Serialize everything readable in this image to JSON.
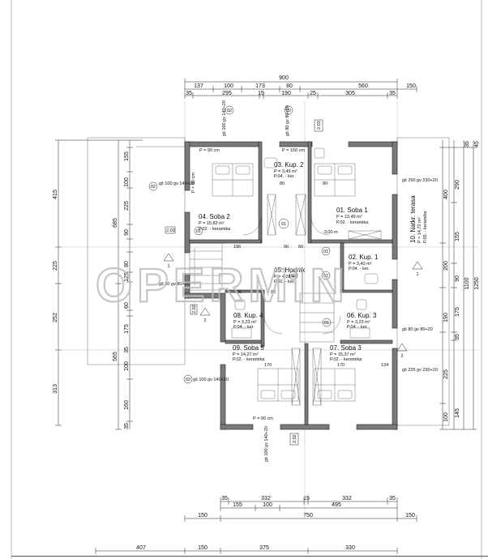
{
  "dimensions": {
    "top_total": "900",
    "top_row1": [
      "137",
      "100",
      "173",
      "80",
      "560",
      "150"
    ],
    "top_row2": [
      "35",
      "295",
      "15",
      "190",
      "25",
      "305",
      "35"
    ],
    "bottom_row1": [
      "35",
      "332",
      "15",
      "332",
      "35"
    ],
    "bottom_row2": [
      "155",
      "100",
      "495"
    ],
    "bottom_row3": [
      "150",
      "750",
      "150"
    ],
    "bottom_row4": [
      "407",
      "150",
      "375",
      "330"
    ],
    "left_outer": [
      "415",
      "225",
      "252",
      "313"
    ],
    "left_mid": [
      "685",
      "565"
    ],
    "left_inner": [
      "155",
      "100",
      "225",
      "90",
      "80",
      "125",
      "60",
      "175",
      "35",
      "100",
      "160",
      "35"
    ],
    "right_inner": [
      "400",
      "200",
      "190",
      "225",
      "100"
    ],
    "right_mid": [
      "290",
      "155",
      "90",
      "175",
      "35",
      "145"
    ],
    "right_outer": [
      "35",
      "45",
      "1100",
      "1250"
    ]
  },
  "rooms": [
    {
      "name": "03. Kup. 2",
      "area": "P = 3,49 m²",
      "floor": "P.04. - ker."
    },
    {
      "name": "04. Soba 2",
      "area": "P = 15,83 m²",
      "floor": "P.02. - keramika"
    },
    {
      "name": "01. Soba 1",
      "area": "P = 13,49 m²",
      "floor": "P.02. - keramika"
    },
    {
      "name": "10. Natkr. terasa",
      "area": "P = 14,72 m²",
      "floor": "P.05. - keramika"
    },
    {
      "name": "05. Hodnik",
      "area": "P = 4,08 m²",
      "floor": "P.02. - ker."
    },
    {
      "name": "02. Kup. 1",
      "area": "P = 3,40 m²",
      "floor": "P.04. - ker."
    },
    {
      "name": "08. Kup. 4",
      "area": "P = 3,23 m²",
      "floor": "P.04. - ker."
    },
    {
      "name": "06. Kup. 3",
      "area": "P = 3,23 m²",
      "floor": "P.04. - ker."
    },
    {
      "name": "09. Soba 5",
      "area": "P = 14,27 m²",
      "floor": "P.02. - keramika"
    },
    {
      "name": "07. Soba 3",
      "area": "P = 15,37 m²",
      "floor": "P.02. - keramika"
    }
  ],
  "openings": [
    "gš 100 gv 140+20",
    "gš 80 gv 80+20",
    "gš 100 gv 140+20",
    "gš 80 gv 80+20",
    "gš 100 gv 140+20",
    "gš 290 gv 230+20",
    "gš 80 gv 80+20",
    "gš 225 gv 230+20"
  ],
  "door_labels": [
    "P = 90 cm",
    "P = 150 cm",
    "P = 90 cm",
    "P = 90 cm"
  ],
  "inner_dims": [
    "196",
    "80",
    "60",
    "80",
    "90",
    "90",
    "80",
    "170",
    "170",
    "134",
    "-3,00 m"
  ],
  "tags": [
    "02",
    "02",
    "01",
    "02",
    "01",
    "02",
    "2.03",
    "2.03",
    "2.02",
    "2.02"
  ],
  "section_marks": [
    "1",
    "1",
    "2",
    "2"
  ],
  "watermark": "OPERMIN"
}
